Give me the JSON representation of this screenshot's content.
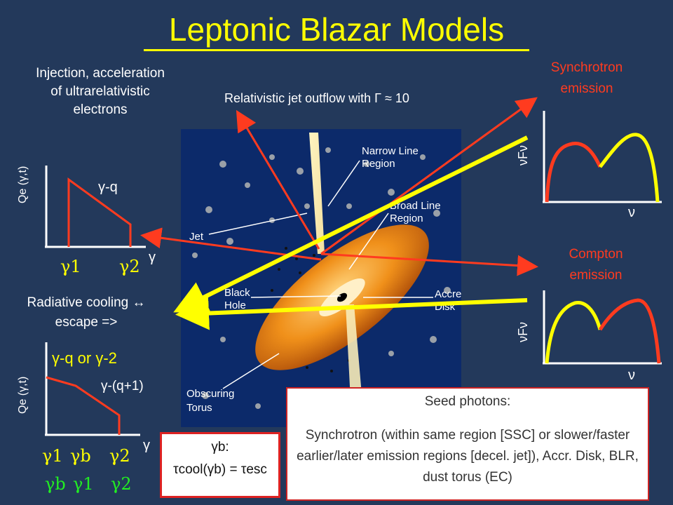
{
  "title": "Leptonic Blazar Models",
  "injection_label": "Injection, acceleration of ultrarelativistic electrons",
  "jet_label": "Relativistic jet outflow with Γ ≈ 10",
  "sync_label": "Synchrotron emission",
  "compton_label": "Compton emission",
  "cooling_label": "Radiative cooling ↔ escape =>",
  "top_plot": {
    "ylabel": "Qe (γ,t)",
    "xlabel": "γ",
    "slope_label": "γ-q",
    "tick1": "γ1",
    "tick2": "γ2"
  },
  "bottom_plot": {
    "ylabel": "Qe (γ,t)",
    "xlabel": "γ",
    "slope_label_a": "γ-q or γ-2",
    "slope_label_b": "γ-(q+1)",
    "row1": [
      "γ1",
      "γb",
      "γ2"
    ],
    "row2": [
      "γb",
      "γ1",
      "γ2"
    ]
  },
  "sed_sync": {
    "ylabel": "νFν",
    "xlabel": "ν"
  },
  "sed_compton": {
    "ylabel": "νFν",
    "xlabel": "ν"
  },
  "agn_labels": {
    "nlr": "Narrow Line Region",
    "blr": "Broad Line Region",
    "jet": "Jet",
    "bh": "Black Hole",
    "disk": "Accretion Disk",
    "torus": "Obscuring Torus"
  },
  "seed_box": {
    "title": "Seed photons:",
    "text": "Synchrotron (within same region [SSC] or slower/faster earlier/later emission regions [decel. jet]), Accr. Disk, BLR, dust torus (EC)"
  },
  "gb_box": {
    "line1": "γb:",
    "line2": "τcool(γb) = τesc"
  },
  "colors": {
    "background": "#23395b",
    "title": "#ffff00",
    "red": "#ff3b1f",
    "yellow": "#ffff00",
    "green": "#22ee22"
  }
}
